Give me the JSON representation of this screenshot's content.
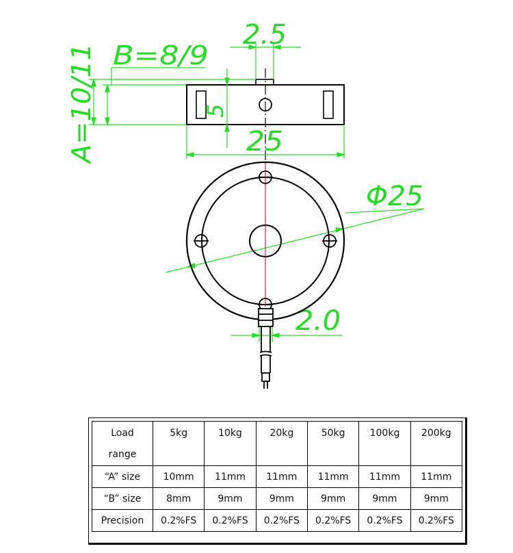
{
  "drawing": {
    "dims": {
      "top_slot": "2.5",
      "b": "B=8/9",
      "a": "A=10/11",
      "height": "5",
      "width": "25",
      "diameter": "Φ25",
      "bottom_slot": "2.0"
    },
    "colors": {
      "dimension": "#22dd22",
      "center_line": "#cc0000",
      "outline": "#000000"
    }
  },
  "table": {
    "header": {
      "label_line1": "Load",
      "label_line2": "range",
      "ranges": [
        "5kg",
        "10kg",
        "20kg",
        "50kg",
        "100kg",
        "200kg"
      ]
    },
    "rows": [
      {
        "label": "“A” size",
        "values": [
          "10mm",
          "11mm",
          "11mm",
          "11mm",
          "11mm",
          "11mm"
        ]
      },
      {
        "label": "“B” size",
        "values": [
          "8mm",
          "9mm",
          "9mm",
          "9mm",
          "9mm",
          "9mm"
        ]
      },
      {
        "label": "Precision",
        "values": [
          "0.2%FS",
          "0.2%FS",
          "0.2%FS",
          "0.2%FS",
          "0.2%FS",
          "0.2%FS"
        ]
      }
    ]
  }
}
